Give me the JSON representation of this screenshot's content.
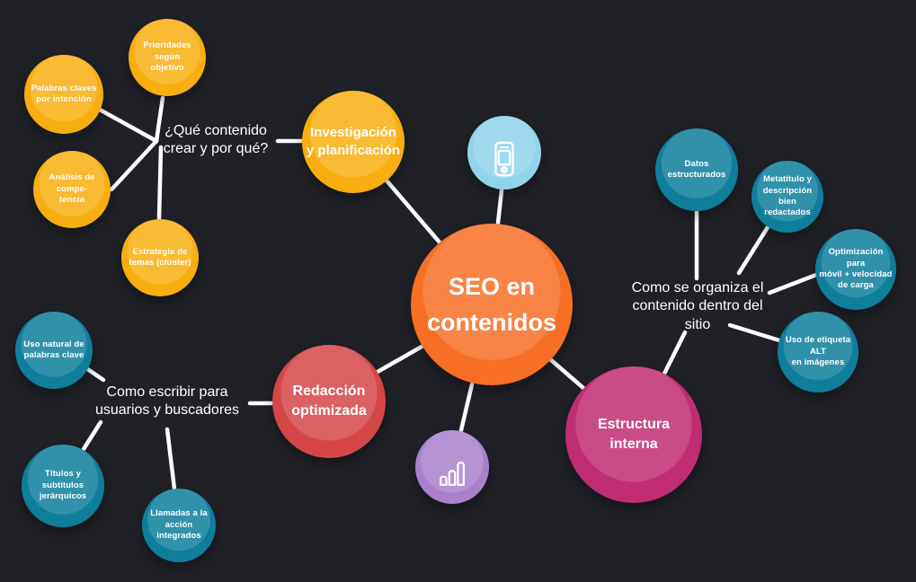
{
  "title": "SEO en contenidos",
  "center": {
    "label": "SEO en\ncontenidos"
  },
  "topics": {
    "investigacion": {
      "label": "Investigación\ny planificación",
      "question": "¿Qué contenido\ncrear y por qué?"
    },
    "redaccion": {
      "label": "Redacción\noptimizada",
      "question": "Como escribir para\nusuarios y buscadores"
    },
    "estructura": {
      "label": "Estructura\ninterna",
      "question": "Como se organiza el\ncontenido dentro del\nsitio"
    }
  },
  "satellites": {
    "prioridades": "Prioridades según\nobjetivo",
    "palabras": "Palabras claves\npor intención",
    "analisis": "Análisis de compe-\ntencia",
    "estrategia": "Estrategia de\ntemas (clúster)",
    "uso_natural": "Uso natural de\npalabras clave",
    "titulos": "Títulos y subtítulos\njerárquicos",
    "llamadas": "Llamadas a la\nacción integrados",
    "datos": "Datos\nestructurados",
    "metatitulo": "Metatítulo y\ndescripción bien\nredactados",
    "optimizacion": "Optimización para\nmóvil + velocidad\nde carga",
    "alt": "Uso de etiqueta ALT\nen imágenes"
  },
  "icons": {
    "phone_node": "smartphone-icon",
    "chart_node": "bar-chart-icon"
  },
  "colors": {
    "background": "#1f2127",
    "yellow": "#f8ae10",
    "orange": "#f76e25",
    "red": "#d54747",
    "pink": "#c02d72",
    "teal": "#0e7e9b",
    "light_blue": "#8fd4ea",
    "purple": "#a981cb",
    "line": "#ffffff"
  }
}
